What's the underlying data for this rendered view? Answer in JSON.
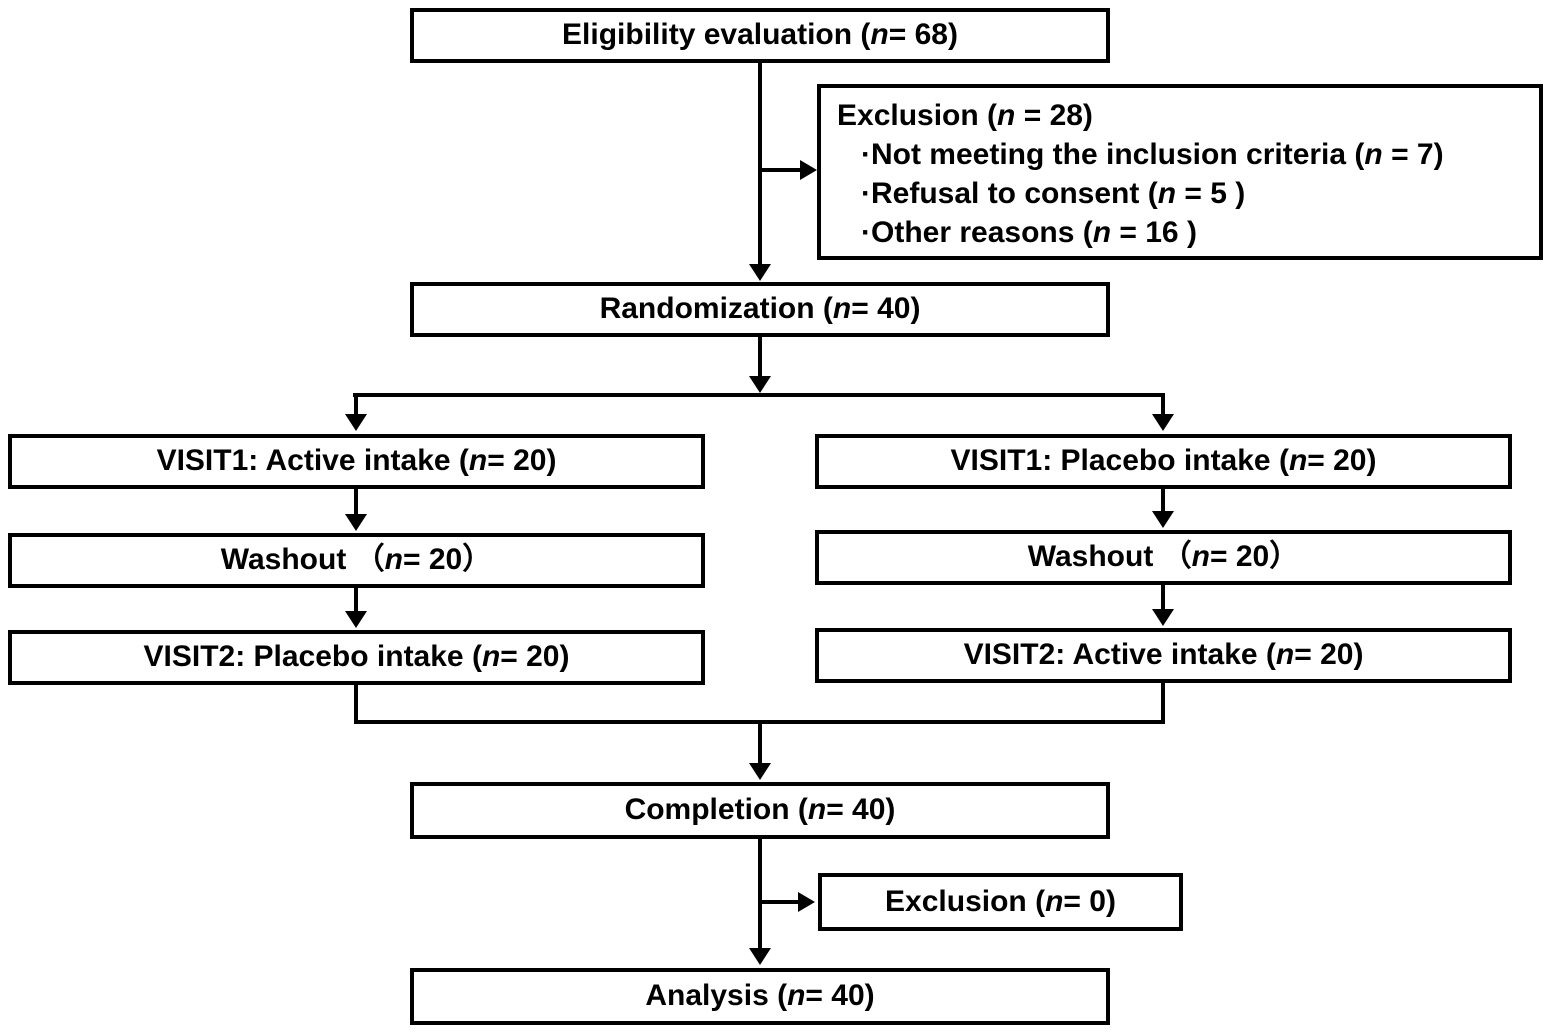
{
  "diagram": {
    "type": "flowchart",
    "description": "Clinical trial participant flow diagram (crossover design)",
    "colors": {
      "background": "#ffffff",
      "box_fill": "#ffffff",
      "box_border": "#000000",
      "line": "#000000",
      "text": "#000000"
    },
    "boxes": {
      "eligibility": {
        "text": "Eligibility evaluation (n = 68)",
        "segments": [
          {
            "t": "Eligibility evaluation (",
            "i": false
          },
          {
            "t": "n",
            "i": true
          },
          {
            "t": " = 68)",
            "i": false
          }
        ]
      },
      "exclusion_top": {
        "title": {
          "text": "Exclusion (n = 28)",
          "segments": [
            {
              "t": "Exclusion (",
              "i": false
            },
            {
              "t": "n",
              "i": true
            },
            {
              "t": " = 28)",
              "i": false
            }
          ]
        },
        "items": [
          {
            "text": "·Not meeting the inclusion criteria (n = 7)",
            "segments": [
              {
                "t": "·Not meeting the inclusion criteria (",
                "i": false
              },
              {
                "t": "n",
                "i": true
              },
              {
                "t": " = 7)",
                "i": false
              }
            ]
          },
          {
            "text": "·Refusal to consent (n = 5 )",
            "segments": [
              {
                "t": "·Refusal to consent (",
                "i": false
              },
              {
                "t": "n",
                "i": true
              },
              {
                "t": " = 5 )",
                "i": false
              }
            ]
          },
          {
            "text": "·Other reasons (n = 16 )",
            "segments": [
              {
                "t": "·Other reasons (",
                "i": false
              },
              {
                "t": "n",
                "i": true
              },
              {
                "t": " = 16 )",
                "i": false
              }
            ]
          }
        ]
      },
      "randomization": {
        "text": "Randomization (n = 40)",
        "segments": [
          {
            "t": "Randomization (",
            "i": false
          },
          {
            "t": "n",
            "i": true
          },
          {
            "t": " = 40)",
            "i": false
          }
        ]
      },
      "visit1_active": {
        "text": "VISIT1: Active intake (n = 20)",
        "segments": [
          {
            "t": "VISIT1: Active intake (",
            "i": false
          },
          {
            "t": "n",
            "i": true
          },
          {
            "t": " = 20)",
            "i": false
          }
        ]
      },
      "washout_left": {
        "text": "Washout （n = 20）",
        "segments": [
          {
            "t": "Washout （",
            "i": false
          },
          {
            "t": "n",
            "i": true
          },
          {
            "t": " = 20）",
            "i": false
          }
        ]
      },
      "visit2_placebo": {
        "text": "VISIT2: Placebo intake (n = 20)",
        "segments": [
          {
            "t": "VISIT2: Placebo intake (",
            "i": false
          },
          {
            "t": "n",
            "i": true
          },
          {
            "t": " = 20)",
            "i": false
          }
        ]
      },
      "visit1_placebo": {
        "text": "VISIT1: Placebo intake (n = 20)",
        "segments": [
          {
            "t": "VISIT1: Placebo intake (",
            "i": false
          },
          {
            "t": "n",
            "i": true
          },
          {
            "t": " = 20)",
            "i": false
          }
        ]
      },
      "washout_right": {
        "text": "Washout （n = 20）",
        "segments": [
          {
            "t": "Washout （",
            "i": false
          },
          {
            "t": "n",
            "i": true
          },
          {
            "t": " = 20）",
            "i": false
          }
        ]
      },
      "visit2_active": {
        "text": "VISIT2: Active intake (n = 20)",
        "segments": [
          {
            "t": "VISIT2: Active intake (",
            "i": false
          },
          {
            "t": "n",
            "i": true
          },
          {
            "t": " = 20)",
            "i": false
          }
        ]
      },
      "completion": {
        "text": "Completion (n = 40)",
        "segments": [
          {
            "t": "Completion (",
            "i": false
          },
          {
            "t": "n",
            "i": true
          },
          {
            "t": " = 40)",
            "i": false
          }
        ]
      },
      "exclusion_bottom": {
        "text": "Exclusion (n = 0)",
        "segments": [
          {
            "t": "Exclusion (",
            "i": false
          },
          {
            "t": "n",
            "i": true
          },
          {
            "t": " = 0)",
            "i": false
          }
        ]
      },
      "analysis": {
        "text": "Analysis (n = 40)",
        "segments": [
          {
            "t": "Analysis (",
            "i": false
          },
          {
            "t": "n",
            "i": true
          },
          {
            "t": " = 40)",
            "i": false
          }
        ]
      }
    }
  }
}
